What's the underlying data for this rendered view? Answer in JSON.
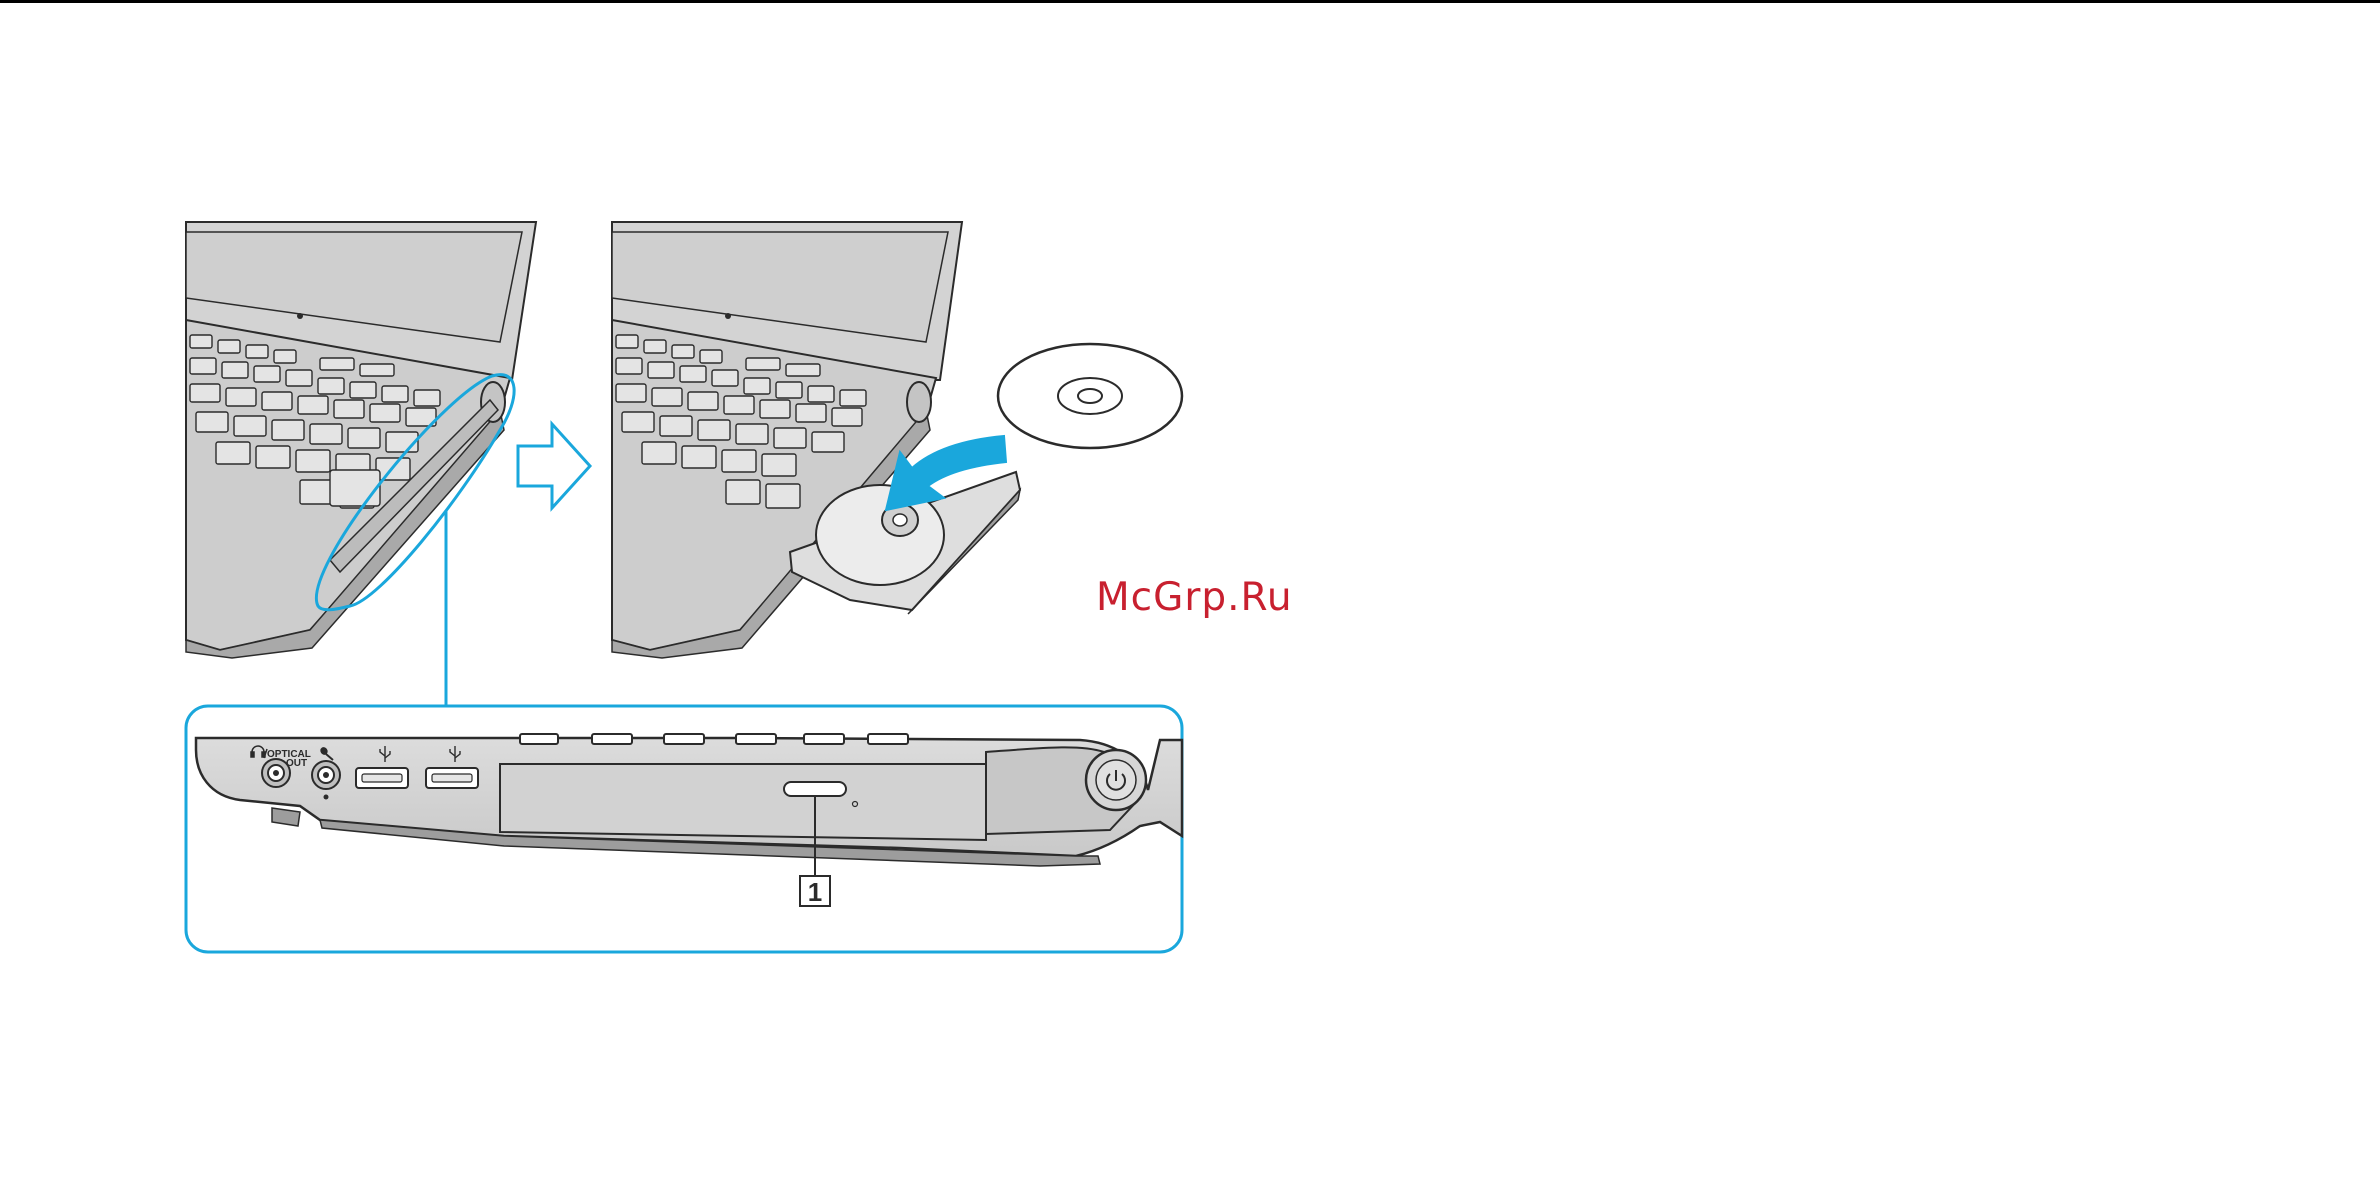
{
  "page": {
    "watermark": "McGrp.Ru"
  },
  "figure": {
    "port_labels": {
      "headphones": "OPTICAL",
      "headphones_sub": "OUT"
    },
    "callout_number": "1",
    "colors": {
      "accent": "#1aa7dc",
      "laptop_body": "#d6d6d6",
      "laptop_dark": "#a9a9a9",
      "outline": "#2b2b2b"
    },
    "icons": [
      "headphone-icon",
      "microphone-icon",
      "usb-icon",
      "usb-icon",
      "power-icon",
      "arrow-right-icon",
      "curved-arrow-icon",
      "disc-icon"
    ]
  }
}
